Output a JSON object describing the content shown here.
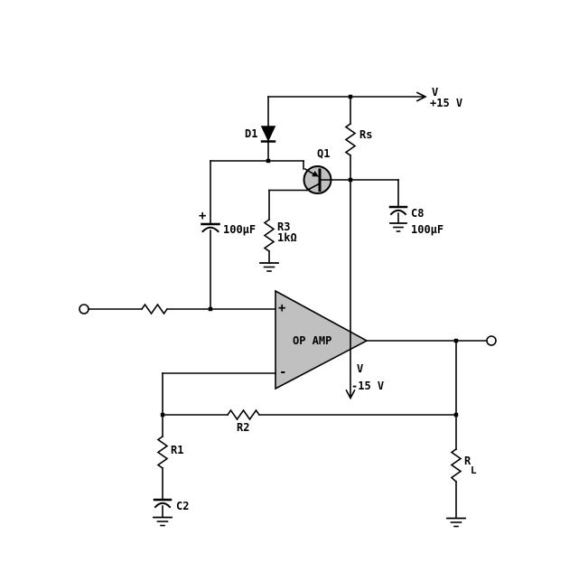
{
  "diagram_type": "circuit-schematic",
  "colors": {
    "background": "#ffffff",
    "wire": "#000000",
    "component_fill": "#c0c0c0"
  },
  "power": {
    "positive": {
      "symbol": "V",
      "value": "+15 V"
    },
    "negative": {
      "symbol": "V",
      "value": "-15 V"
    }
  },
  "components": {
    "d1": {
      "label": "D1"
    },
    "q1": {
      "label": "Q1"
    },
    "rs": {
      "label": "Rs"
    },
    "c8": {
      "label": "C8",
      "value": "100µF"
    },
    "bypass_cap": {
      "polarity": "+",
      "value": "100µF"
    },
    "r3": {
      "label": "R3",
      "value": "1kΩ"
    },
    "opamp": {
      "label": "OP AMP",
      "noninverting": "+",
      "inverting": "-"
    },
    "r2": {
      "label": "R2"
    },
    "r1": {
      "label": "R1"
    },
    "rl": {
      "label": "R",
      "subscript": "L"
    },
    "c2": {
      "label": "C2"
    }
  }
}
